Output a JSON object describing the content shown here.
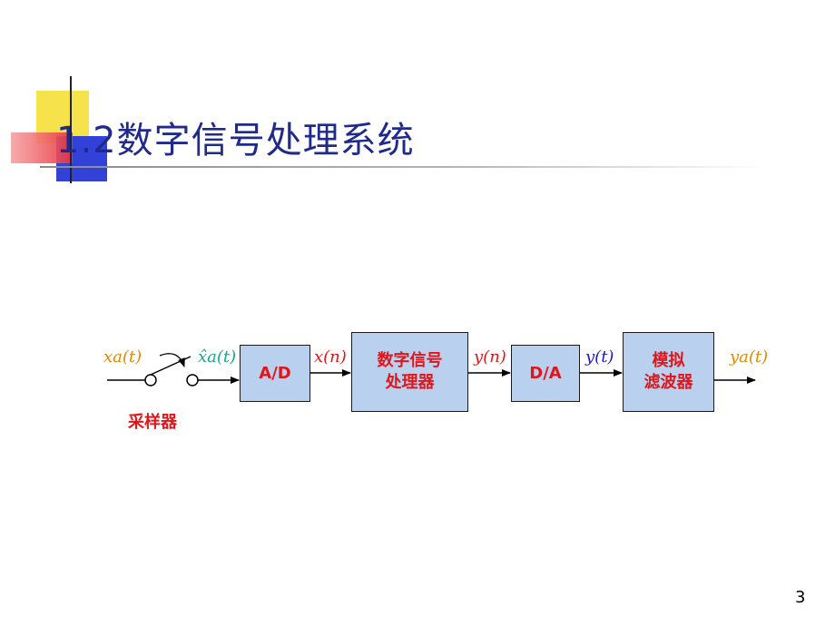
{
  "slide": {
    "title": "1.2数字信号处理系统",
    "page_number": "3"
  },
  "diagram": {
    "signals": {
      "input": "xa(t)",
      "sampled": "x̂a(t)",
      "digital_in": "x(n)",
      "digital_out": "y(n)",
      "analog_out": "y(t)",
      "final_out": "ya(t)"
    },
    "sampler_label": "采样器",
    "blocks": {
      "adc": "A/D",
      "dsp": "数字信号\n处理器",
      "dac": "D/A",
      "filter": "模拟\n滤波器"
    }
  },
  "colors": {
    "title": "#1f2a8c",
    "block_fill": "#b9d0ef",
    "block_text": "#e0161b",
    "signal_orange": "#e08a00",
    "signal_teal": "#1aa589",
    "signal_red": "#e0161b",
    "signal_blue": "#1a1ac8"
  }
}
